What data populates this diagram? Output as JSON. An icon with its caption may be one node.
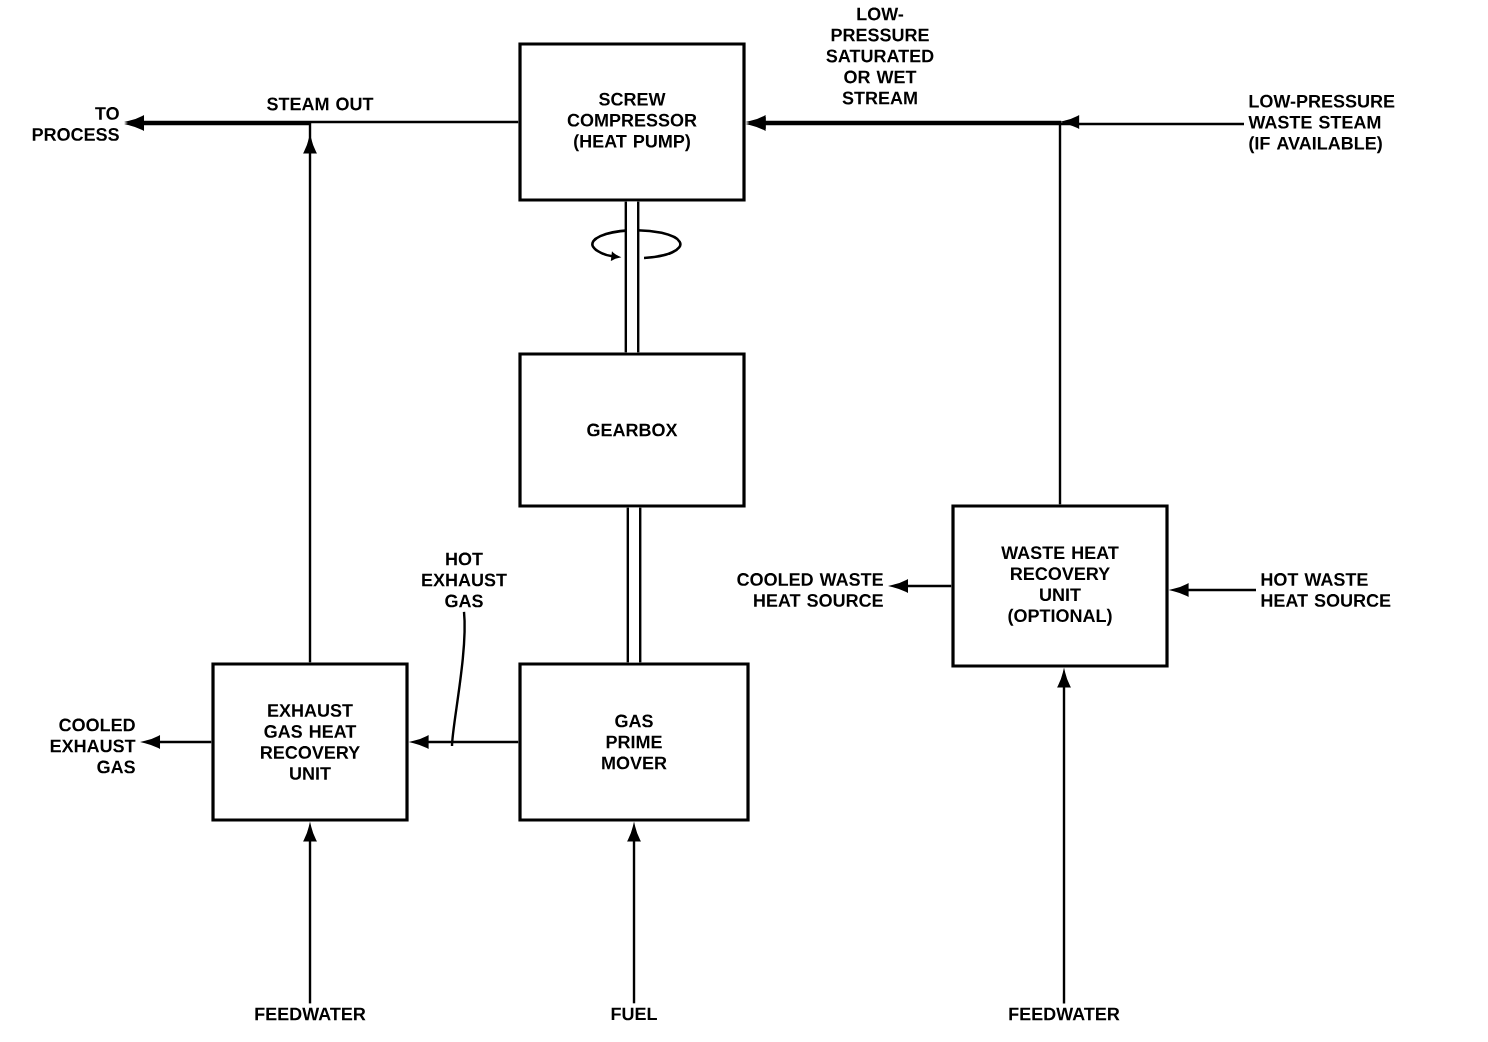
{
  "diagram": {
    "nodes": [
      {
        "text": [
          "SCREW COMPRESSOR (HEAT PUMP)"
        ]
      },
      {
        "text": [
          "GEARBOX"
        ]
      },
      {
        "text": [
          "GAS PRIME MOVER"
        ]
      },
      {
        "text": [
          "EXHAUST GAS HEAT RECOVERY UNIT"
        ]
      },
      {
        "text": [
          "WASTE HEAT RECOVERY UNIT (OPTIONAL)"
        ]
      },
      {
        "text": [
          "TO PROCESS"
        ]
      },
      {
        "text": [
          "LOW-PRESSURE WASTE STEAM (IF AVAILABLE)"
        ]
      },
      {
        "text": [
          "COOLED EXHAUST GAS"
        ]
      },
      {
        "text": [
          "FEEDWATER"
        ]
      },
      {
        "text": [
          "FUEL"
        ]
      },
      {
        "text": [
          "FEEDWATER"
        ]
      },
      {
        "text": [
          "COOLED WASTE HEAT SOURCE"
        ]
      },
      {
        "text": [
          "HOT WASTE HEAT SOURCE"
        ]
      },
      {
        "text": [
          "HOT EXHAUST GAS"
        ]
      }
    ],
    "edges": [
      {
        "from": 0,
        "to": 5,
        "arrow": "to"
      },
      {
        "from": 3,
        "to": 5,
        "arrow": "to"
      },
      {
        "from": 6,
        "to": 0,
        "arrow": "to"
      },
      {
        "from": 4,
        "to": 0,
        "arrow": "to"
      },
      {
        "from": 1,
        "to": 0,
        "arrow": "none",
        "style": "thick"
      },
      {
        "from": 2,
        "to": 1,
        "arrow": "none",
        "style": "thick"
      },
      {
        "from": 2,
        "to": 3,
        "arrow": "to"
      },
      {
        "from": 3,
        "to": 7,
        "arrow": "to"
      },
      {
        "from": 8,
        "to": 3,
        "arrow": "to"
      },
      {
        "from": 9,
        "to": 2,
        "arrow": "to"
      },
      {
        "from": 10,
        "to": 4,
        "arrow": "to"
      },
      {
        "from": 4,
        "to": 11,
        "arrow": "to"
      },
      {
        "from": 12,
        "to": 4,
        "arrow": "to"
      },
      {
        "from": 13,
        "to": null,
        "arrow": "none"
      }
    ],
    "labels": [
      "STEAM OUT",
      "LOW-PRESSURE SATURATED OR WET STREAM"
    ]
  }
}
